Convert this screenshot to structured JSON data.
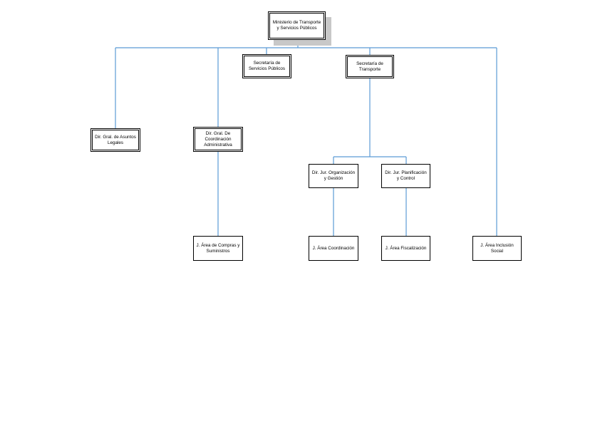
{
  "org_chart": {
    "root": "Ministerio de Transporte y Servicios Públicos",
    "sec_servicios": "Secretaría de Servicios Públicos",
    "sec_transporte": "Secretaría de Transporte",
    "dir_legales": "Dir. Gral. de Asuntos Legales",
    "dir_coordinacion": "Dir. Gral. De Coordinación Administrativa",
    "dir_organizacion": "Dir. Jur. Organización y Gestión",
    "dir_planificacion": "Dir. Jur. Planificación y Control",
    "area_compras": "J. Área de Compras y Suministros",
    "area_coordinacion": "J. Área Coordinación",
    "area_fiscalizacion": "J. Área Fiscalización",
    "area_inclusion": "J. Área Inclusión Social"
  },
  "colors": {
    "connector": "#5b9bd5",
    "shadow": "#c8c8c8",
    "border": "#000000"
  }
}
